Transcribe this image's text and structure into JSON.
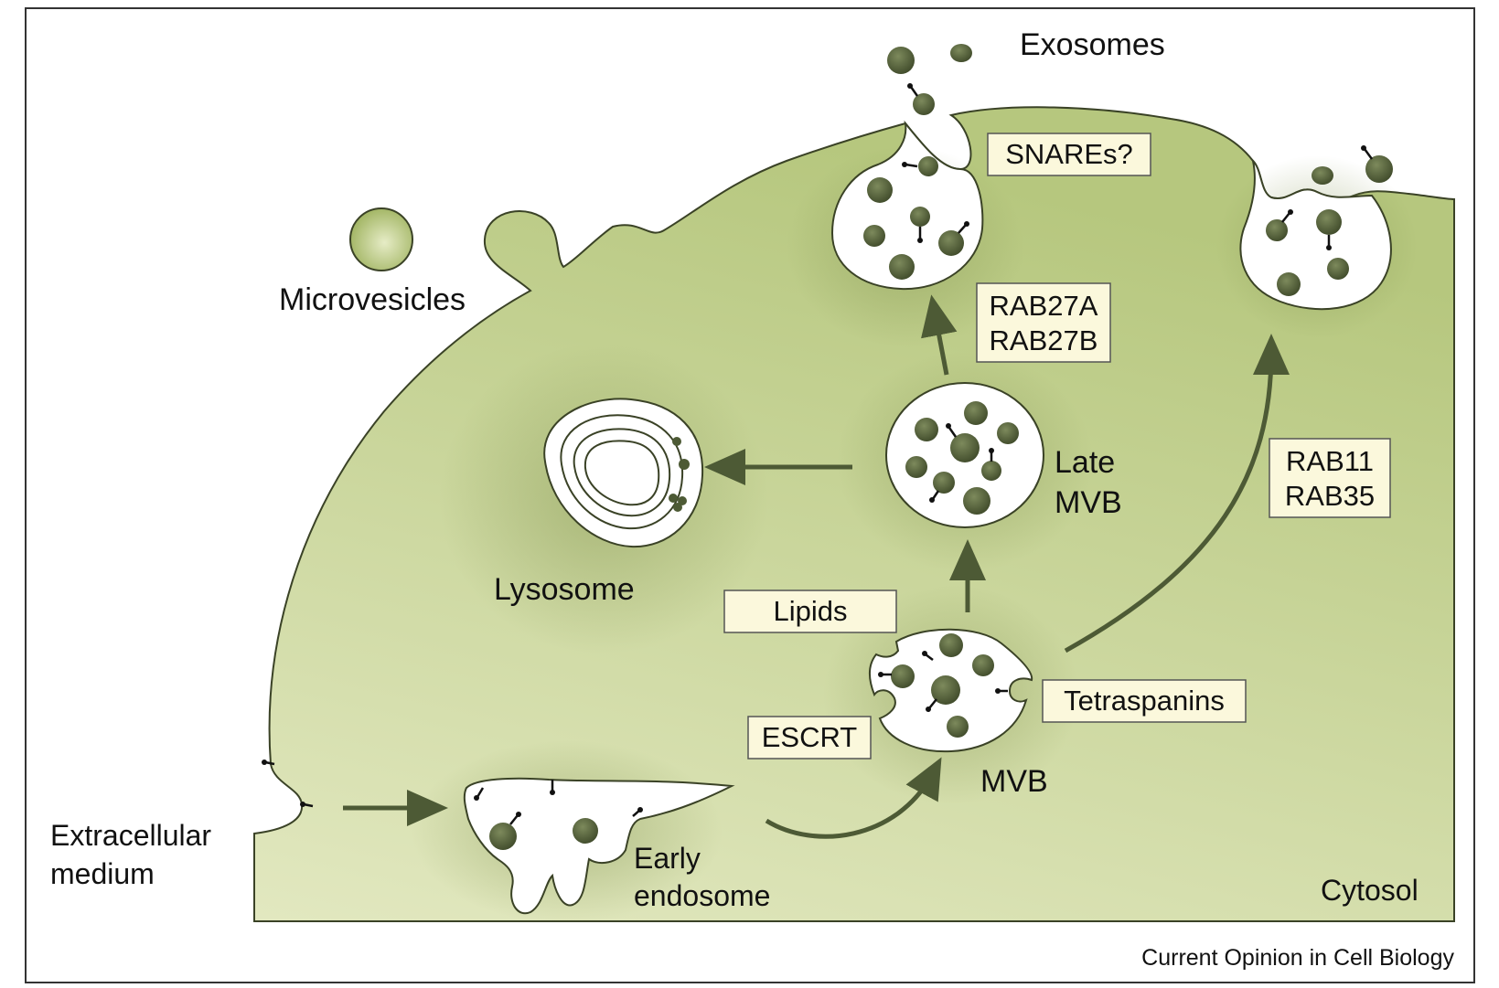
{
  "labels": {
    "exosomes": "Exosomes",
    "microvesicles": "Microvesicles",
    "lysosome": "Lysosome",
    "late_mvb_line1": "Late",
    "late_mvb_line2": "MVB",
    "mvb": "MVB",
    "early_endosome_line1": "Early",
    "early_endosome_line2": "endosome",
    "extracellular_line1": "Extracellular",
    "extracellular_line2": "medium",
    "cytosol": "Cytosol"
  },
  "boxes": {
    "snares": "SNAREs?",
    "rab27a": "RAB27A",
    "rab27b": "RAB27B",
    "rab11": "RAB11",
    "rab35": "RAB35",
    "lipids": "Lipids",
    "tetraspanins": "Tetraspanins",
    "escrt": "ESCRT"
  },
  "credit": "Current Opinion in Cell Biology",
  "colors": {
    "cytoplasm_light": "#e2e8c0",
    "cytoplasm_dark": "#b6c77e",
    "vesicle": "#4d5a35",
    "label_box": "#fbf8dc",
    "arrow": "#4d5a35"
  }
}
